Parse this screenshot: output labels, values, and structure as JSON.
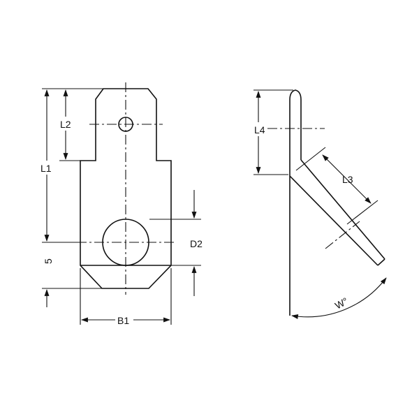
{
  "labels": {
    "l1": "L1",
    "l2": "L2",
    "l3": "L3",
    "l4": "L4",
    "five": "5",
    "d2": "D2",
    "b1": "B1",
    "w": "W°"
  },
  "colors": {
    "line": "#111111",
    "background": "#ffffff"
  }
}
